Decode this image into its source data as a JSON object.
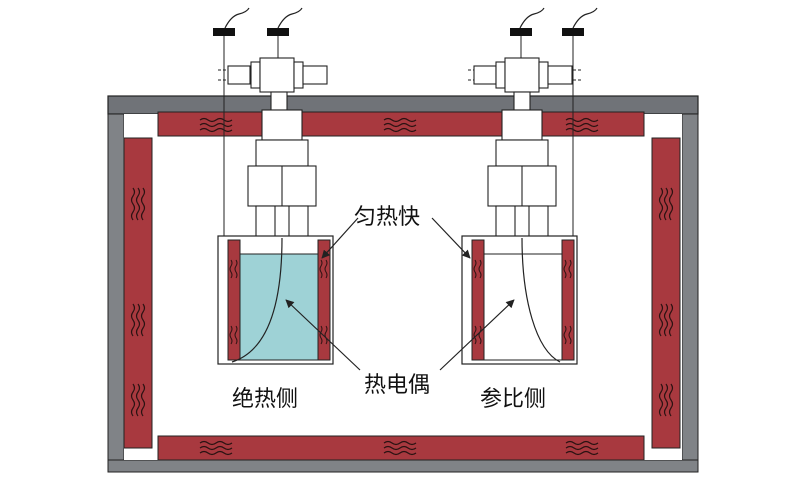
{
  "labels": {
    "heating_block": "匀热快",
    "thermocouple": "热电偶",
    "adiabatic_side": "绝热侧",
    "reference_side": "参比侧"
  },
  "colors": {
    "heater": "#a8393f",
    "frame": "#808387",
    "liquid": "#9ed2d6",
    "line": "#222222",
    "background": "#ffffff"
  }
}
